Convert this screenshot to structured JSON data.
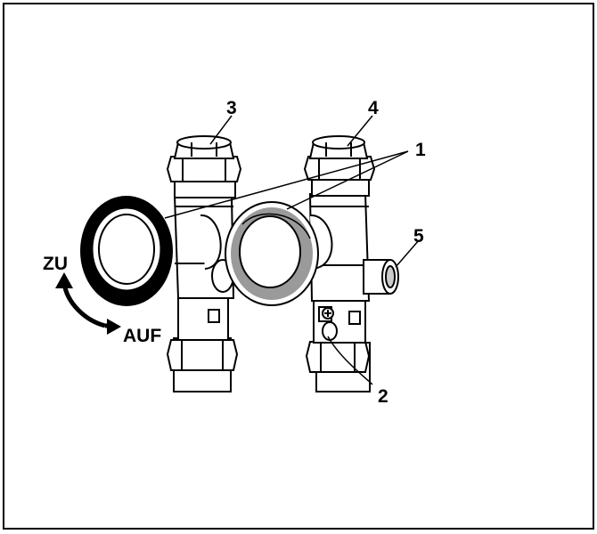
{
  "callouts": {
    "c1": "1",
    "c2": "2",
    "c3": "3",
    "c4": "4",
    "c5": "5"
  },
  "arrow_labels": {
    "close": "ZU",
    "open": "AUF"
  },
  "colors": {
    "ink": "#000000",
    "paper": "#ffffff",
    "grey_ring": "#9a9a9a"
  }
}
